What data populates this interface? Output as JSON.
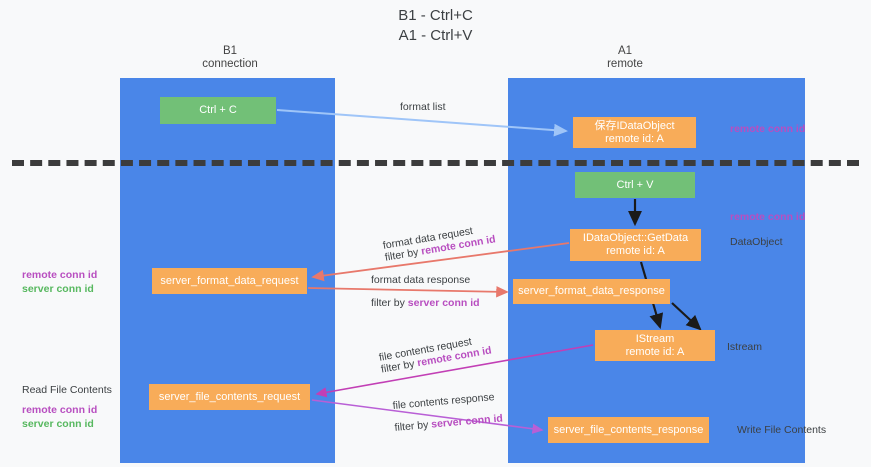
{
  "title": "B1 - Ctrl+C\nA1 - Ctrl+V",
  "lanes": {
    "left": {
      "header": "B1\nconnection"
    },
    "right": {
      "header": "A1\nremote"
    }
  },
  "nodes": {
    "ctrl_c": "Ctrl + C",
    "data_object": "保存IDataObject\nremote id: A",
    "ctrl_v": "Ctrl + V",
    "get_data": "IDataObject::GetData\nremote id: A",
    "server_format_data_request": "server_format_data_request",
    "server_format_data_response": "server_format_data_response",
    "istream": "IStream\nremote id: A",
    "server_file_contents_request": "server_file_contents_request",
    "server_file_contents_response": "server_file_contents_response"
  },
  "edge_labels": {
    "format_list": "format list",
    "format_data_request": "format data request",
    "format_data_request_filter_prefix": "filter by ",
    "format_data_request_filter_key": "remote conn id",
    "format_data_response": "format data response",
    "format_data_response_filter_prefix": "filter by ",
    "format_data_response_filter_key": "server conn id",
    "file_contents_request": "file contents request",
    "file_contents_request_filter_prefix": "filter by ",
    "file_contents_request_filter_key": "remote conn id",
    "file_contents_response": "file contents response",
    "file_contents_response_filter_prefix": "filter by ",
    "file_contents_response_filter_key": "server conn id"
  },
  "annotations": {
    "remote_conn_id_top": "remote conn id",
    "remote_conn_id_mid": "remote conn id",
    "data_object": "DataObject",
    "istream": "Istream",
    "write_file_contents": "Write File Contents",
    "read_file_contents": "Read File Contents",
    "left_remote_conn_id_1": "remote conn id",
    "left_server_conn_id_1": "server conn id",
    "left_remote_conn_id_2": "remote conn id",
    "left_server_conn_id_2": "server conn id"
  },
  "colors": {
    "lane": "#4a86e8",
    "green_node": "#72c077",
    "orange_node": "#f8ac59",
    "pink_text": "#b84ec0",
    "green_text": "#57b85f",
    "arrow_blue": "#9fc5f8",
    "arrow_red": "#e8786b",
    "arrow_magenta": "#c23fb5",
    "arrow_purple": "#b95fd6",
    "arrow_black": "#1a1a1a",
    "divider": "#3c3c3c",
    "background": "#f8f9fa"
  }
}
